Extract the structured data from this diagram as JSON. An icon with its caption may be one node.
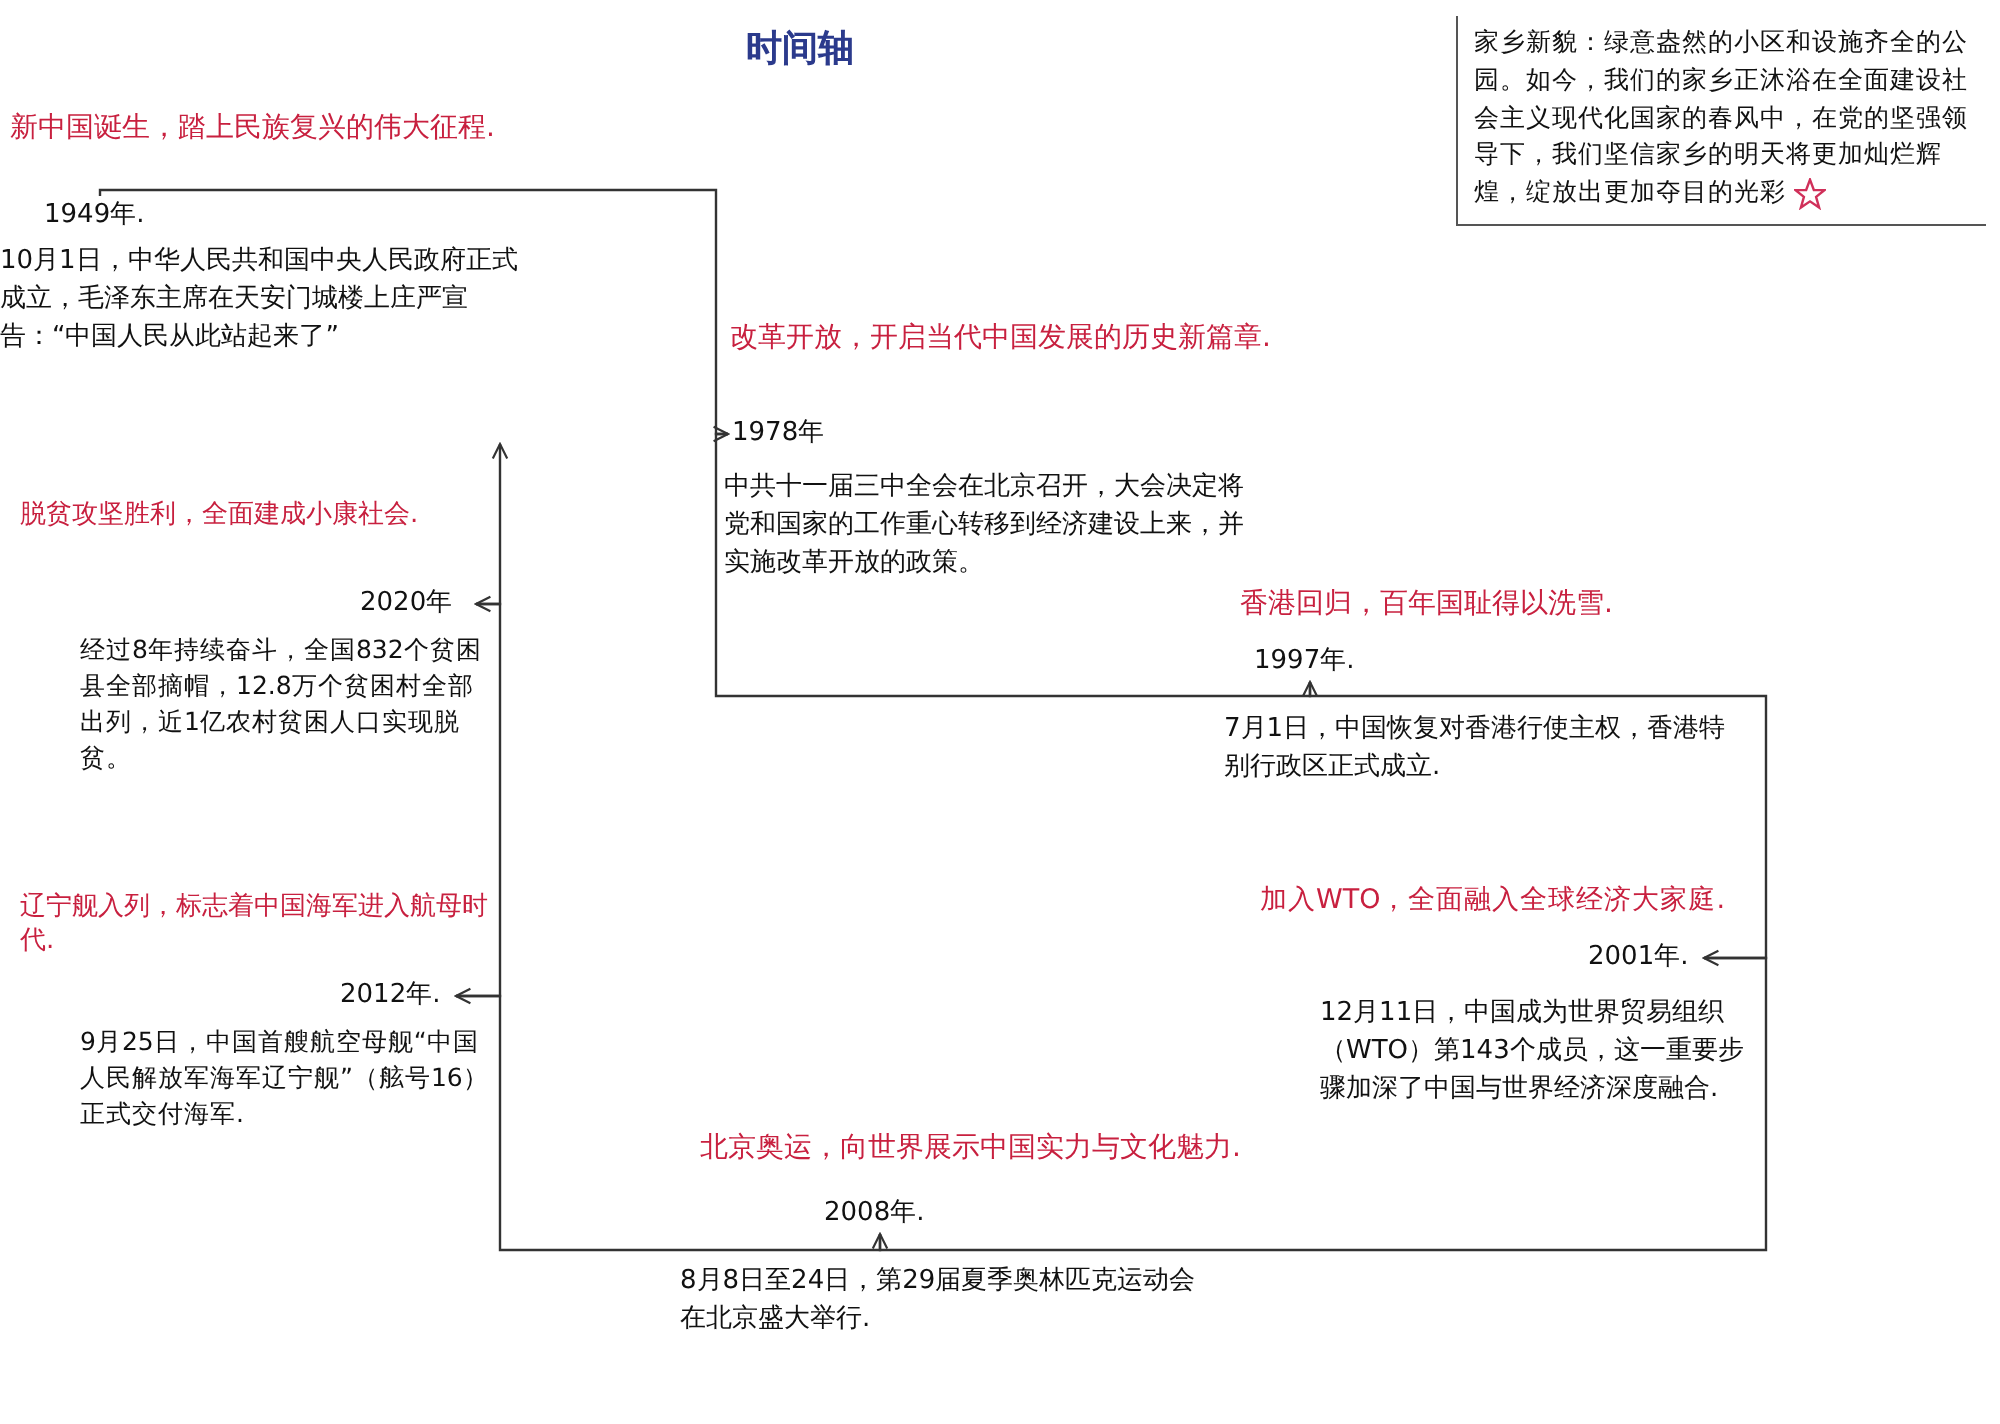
{
  "diagram": {
    "title": "时间轴",
    "nodes": [
      {
        "text": [
          "1949年."
        ],
        "beside": [
          "新中国诞生，踏上民族复兴的伟大征程.",
          "10月1日，中华人民共和国中央人民政府正式成立，毛泽东主席在天安门城楼上庄严宣告：“中国人民从此站起来了”"
        ]
      },
      {
        "text": [
          "1978年"
        ],
        "beside": [
          "改革开放，开启当代中国发展的历史新篇章.",
          "中共十一届三中全会在北京召开，大会决定将党和国家的工作重心转移到经济建设上来，并实施改革开放的政策。"
        ]
      },
      {
        "text": [
          "1997年."
        ],
        "beside": [
          "香港回归，百年国耻得以洗雪.",
          "7月1日，中国恢复对香港行使主权，香港特别行政区正式成立."
        ]
      },
      {
        "text": [
          "2001年."
        ],
        "beside": [
          "加入WTO，全面融入全球经济大家庭.",
          "12月11日，中国成为世界贸易组织（WTO）第143个成员，这一重要步骤加深了中国与世界经济深度融合."
        ]
      },
      {
        "text": [
          "2008年."
        ],
        "beside": [
          "北京奥运，向世界展示中国实力与文化魅力.",
          "8月8日至24日，第29届夏季奥林匹克运动会在北京盛大举行."
        ]
      },
      {
        "text": [
          "2012年."
        ],
        "beside": [
          "辽宁舰入列，标志着中国海军进入航母时代.",
          "9月25日，中国首艘航空母舰“中国人民解放军海军辽宁舰”（舷号16）正式交付海军."
        ]
      },
      {
        "text": [
          "2020年"
        ],
        "beside": [
          "脱贫攻坚胜利，全面建成小康社会.",
          "经过8年持续奋斗，全国832个贫困县全部摘帽，12.8万个贫困村全部出列，近1亿农村贫困人口实现脱贫。"
        ]
      },
      {
        "text": [
          "家乡新貌：绿意盎然的小区和设施齐全的公园。如今，我们的家乡正沐浴在全面建设社会主义现代化国家的春风中，在党的坚强领导下，我们坚信家乡的明天将更加灿烂辉煌，绽放出更加夺目的光彩"
        ]
      }
    ],
    "edges": [
      {
        "from": 0,
        "to": 1,
        "arrow": "to"
      },
      {
        "from": 1,
        "to": 2,
        "arrow": "to"
      },
      {
        "from": 2,
        "to": 3,
        "arrow": "to"
      },
      {
        "from": 3,
        "to": 4,
        "arrow": "to"
      },
      {
        "from": 4,
        "to": 5,
        "arrow": "to"
      },
      {
        "from": 5,
        "to": 6,
        "arrow": "to"
      },
      {
        "from": 6,
        "to": null,
        "arrow": "to"
      }
    ]
  }
}
